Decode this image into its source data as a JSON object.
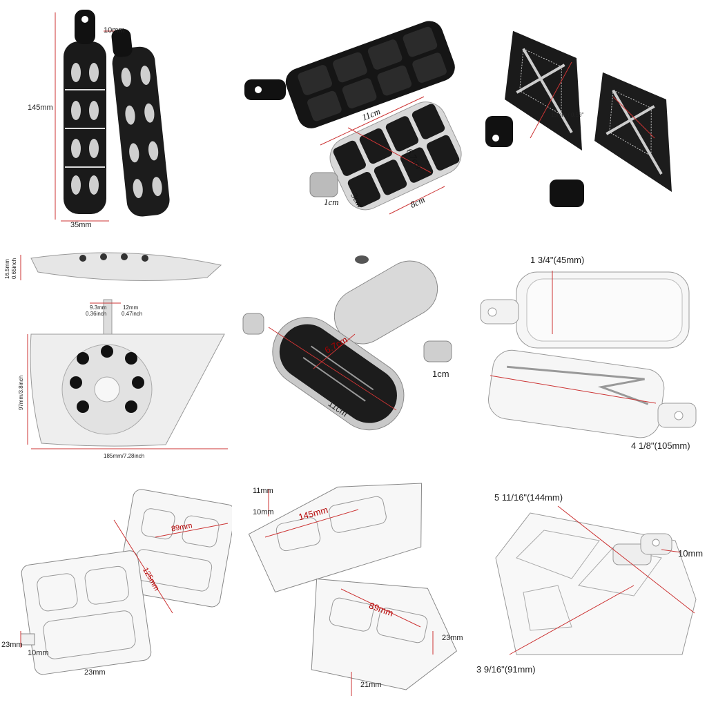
{
  "grid": {
    "cells": [
      {
        "id": "p1",
        "labels": [
          "145mm",
          "10mm",
          "35mm"
        ]
      },
      {
        "id": "p2",
        "labels": [
          "11cm",
          "6.7cm",
          "1cm",
          "3cm",
          "8cm"
        ]
      },
      {
        "id": "p3",
        "labels": [
          "15mm / 0.59\""
        ]
      },
      {
        "id": "p4",
        "labels": [
          "16.5mm",
          "0.65inch",
          "9.3mm",
          "0.36inch",
          "12mm",
          "0.47inch",
          "97mm/3.8inch",
          "185mm/7.28inch"
        ]
      },
      {
        "id": "p5",
        "labels": [
          "6.7cm",
          "1cm",
          "11cm"
        ]
      },
      {
        "id": "p6",
        "labels": [
          "1 3/4\"(45mm)",
          "4 1/8\"(105mm)"
        ]
      },
      {
        "id": "p7",
        "labels": [
          "89mm",
          "125mm",
          "23mm",
          "10mm",
          "23mm"
        ]
      },
      {
        "id": "p8",
        "labels": [
          "11mm",
          "10mm",
          "145mm",
          "89mm",
          "23mm",
          "21mm"
        ]
      },
      {
        "id": "p9",
        "labels": [
          "5 11/16\"(144mm)",
          "10mm",
          "3 9/16\"(91mm)"
        ]
      }
    ]
  }
}
